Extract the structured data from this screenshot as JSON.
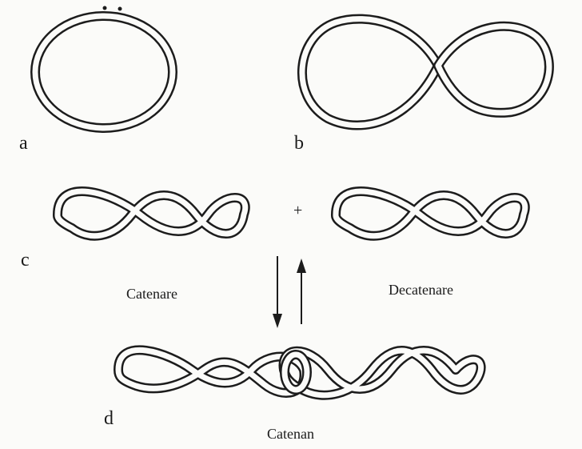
{
  "labels": {
    "a": "a",
    "b": "b",
    "c": "c",
    "d": "d",
    "plus": "+",
    "catenare": "Catenare",
    "decatenare": "Decatenare",
    "catenan": "Catenan"
  },
  "colors": {
    "ink": "#1c1c1c",
    "paper": "#fbfbf9"
  }
}
